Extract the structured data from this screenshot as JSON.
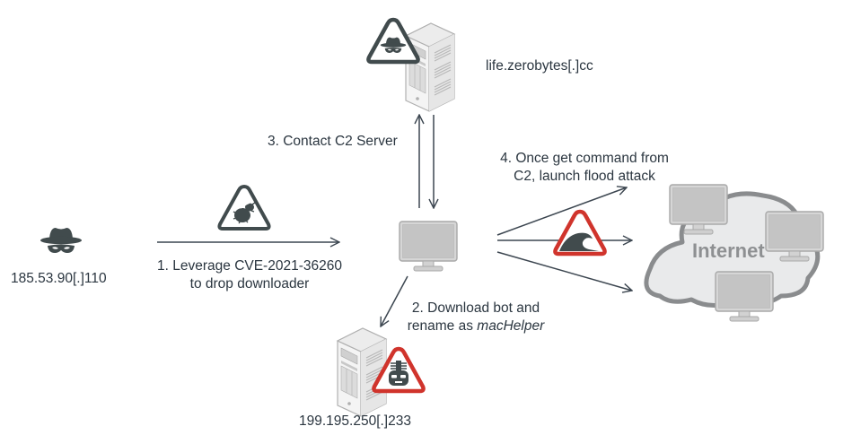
{
  "diagram": {
    "title": "",
    "colors": {
      "text": "#2b3640",
      "arrow": "#3c4650",
      "icon_dark": "#414b4d",
      "alert_red": "#d0342c",
      "device_gray": "#c8c8c8",
      "cloud_fill": "#e9eaeb",
      "cloud_stroke": "#8a8c8e"
    },
    "nodes": {
      "attacker": {
        "label": "185.53.90[.]110",
        "icon": "hacker-hat-icon"
      },
      "c2_server": {
        "label": "life.zerobytes[.]cc",
        "icon": "server-icon",
        "badge": "hacker-warning-icon"
      },
      "victim": {
        "label": "",
        "icon": "monitor-icon"
      },
      "download_server": {
        "label": "199.195.250[.]233",
        "icon": "server-icon",
        "badge": "bot-warning-icon"
      },
      "internet": {
        "label": "Internet",
        "icon": "cloud-icon",
        "hosts": 3
      }
    },
    "edges": [
      {
        "step": "1",
        "from": "attacker",
        "to": "victim",
        "line1": "1. Leverage CVE-2021-36260",
        "line2": "to drop downloader",
        "badge": "bug-warning-icon"
      },
      {
        "step": "2",
        "from": "victim",
        "to": "download_server",
        "line1": "2. Download bot and",
        "line2_prefix": "rename as ",
        "line2_em": "macHelper"
      },
      {
        "step": "3",
        "from": "victim",
        "to": "c2_server",
        "line1": "3. Contact C2 Server",
        "bidirectional": true
      },
      {
        "step": "4",
        "from": "victim",
        "to": "internet",
        "line1": "4. Once get command from",
        "line2": "C2, launch flood attack",
        "badge": "flood-warning-icon",
        "count": 3
      }
    ]
  }
}
